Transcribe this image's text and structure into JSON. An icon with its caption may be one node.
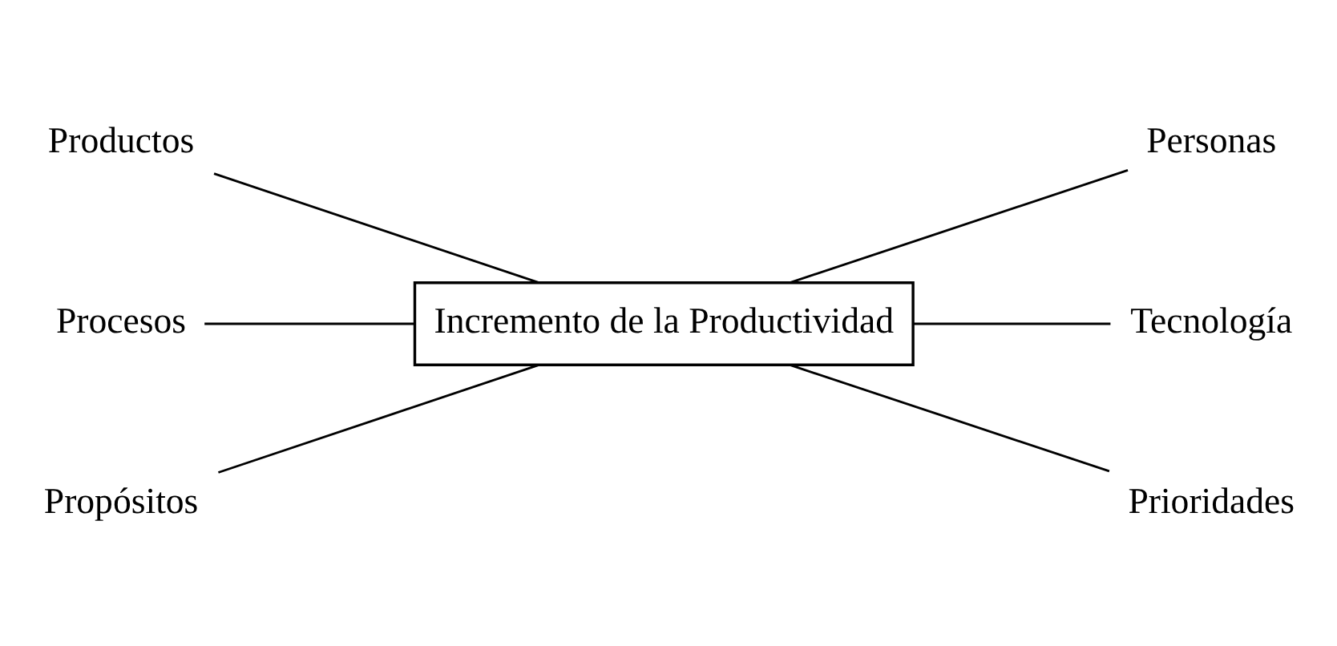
{
  "diagram": {
    "nodes": [
      {
        "text": [
          "Productos"
        ]
      },
      {
        "text": [
          "Personas"
        ]
      },
      {
        "text": [
          "Procesos"
        ]
      },
      {
        "text": [
          "Incremento de la Productividad"
        ]
      },
      {
        "text": [
          "Tecnología"
        ]
      },
      {
        "text": [
          "Propósitos"
        ]
      },
      {
        "text": [
          "Prioridades"
        ]
      }
    ],
    "edges": [
      {
        "from": 0,
        "to": 3,
        "arrow": "none"
      },
      {
        "from": 3,
        "to": 1,
        "arrow": "none"
      },
      {
        "from": 2,
        "to": 3,
        "arrow": "none"
      },
      {
        "from": 3,
        "to": 4,
        "arrow": "none"
      },
      {
        "from": 5,
        "to": 3,
        "arrow": "none"
      },
      {
        "from": 3,
        "to": 6,
        "arrow": "none"
      }
    ]
  }
}
